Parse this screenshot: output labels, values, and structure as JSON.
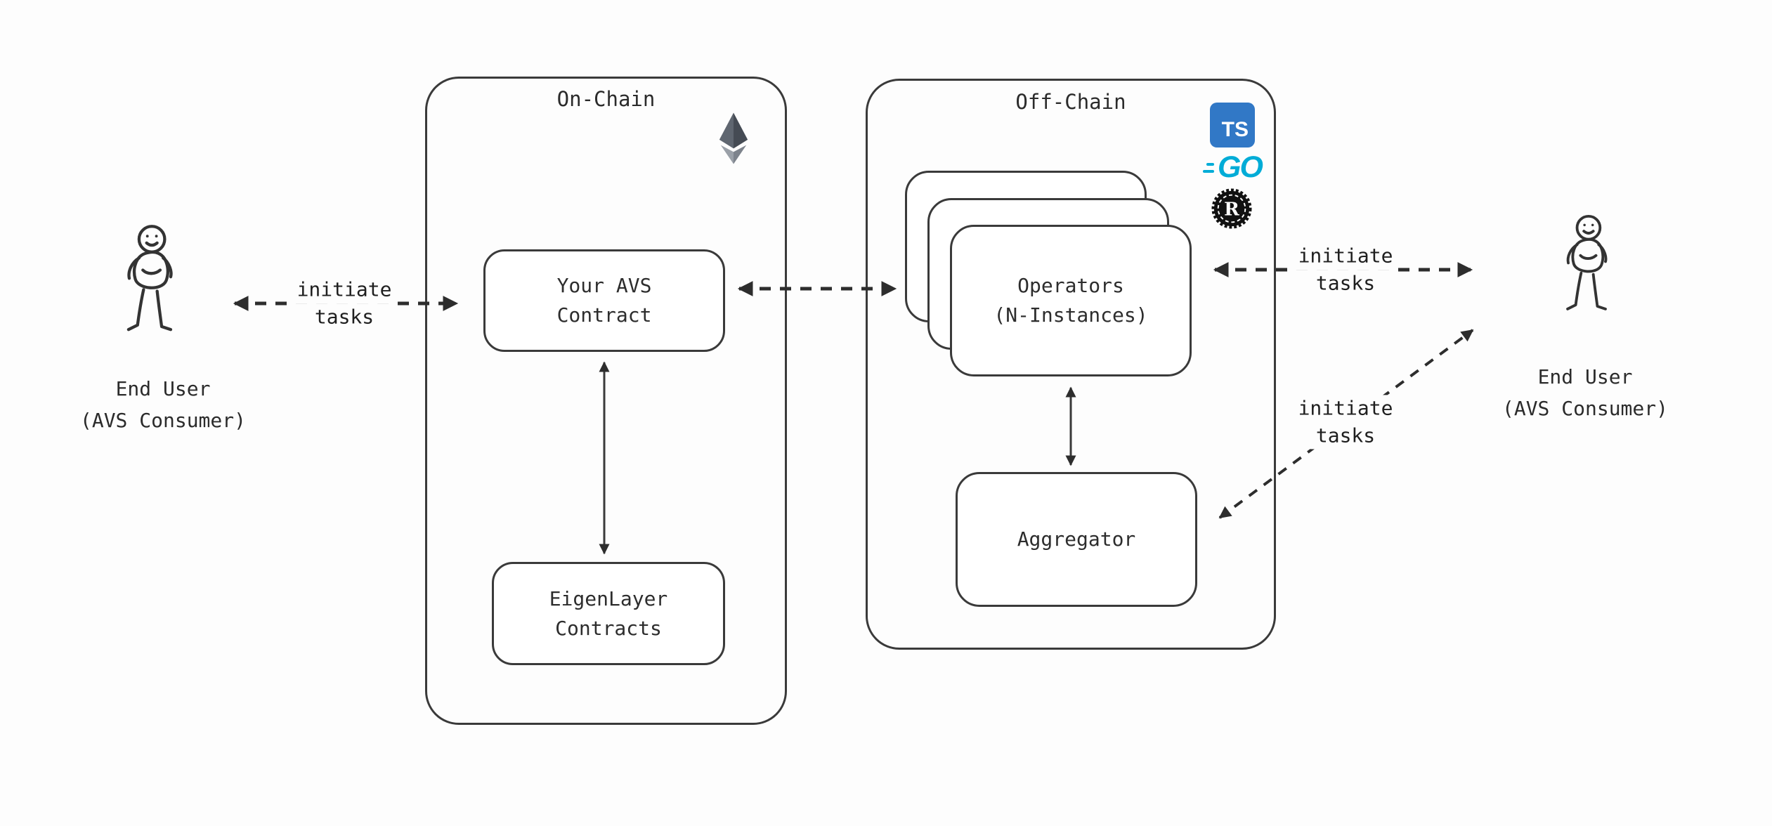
{
  "onChain": {
    "title": "On-Chain",
    "avsContract": {
      "line1": "Your AVS",
      "line2": "Contract"
    },
    "eigenLayer": {
      "line1": "EigenLayer",
      "line2": "Contracts"
    }
  },
  "offChain": {
    "title": "Off-Chain",
    "operators": {
      "line1": "Operators",
      "line2": "(N-Instances)"
    },
    "aggregator": "Aggregator"
  },
  "users": {
    "left": {
      "line1": "End User",
      "line2": "(AVS Consumer)"
    },
    "right": {
      "line1": "End User",
      "line2": "(AVS Consumer)"
    }
  },
  "arrowLabels": {
    "left": {
      "line1": "initiate",
      "line2": "tasks"
    },
    "rightTop": {
      "line1": "initiate",
      "line2": "tasks"
    },
    "rightDiagonal": {
      "line1": "initiate",
      "line2": "tasks"
    }
  },
  "icons": {
    "ethereum": "ethereum-logo",
    "typescript": "TS",
    "go": "GO",
    "rust": "R"
  },
  "colors": {
    "background": "#fdfdfd",
    "border": "#3a3a3a",
    "text": "#2d2d2d",
    "arrow": "#2d2d2d",
    "tsBlue": "#3178C6",
    "goCyan": "#00ACD7",
    "rustBlack": "#111111"
  }
}
